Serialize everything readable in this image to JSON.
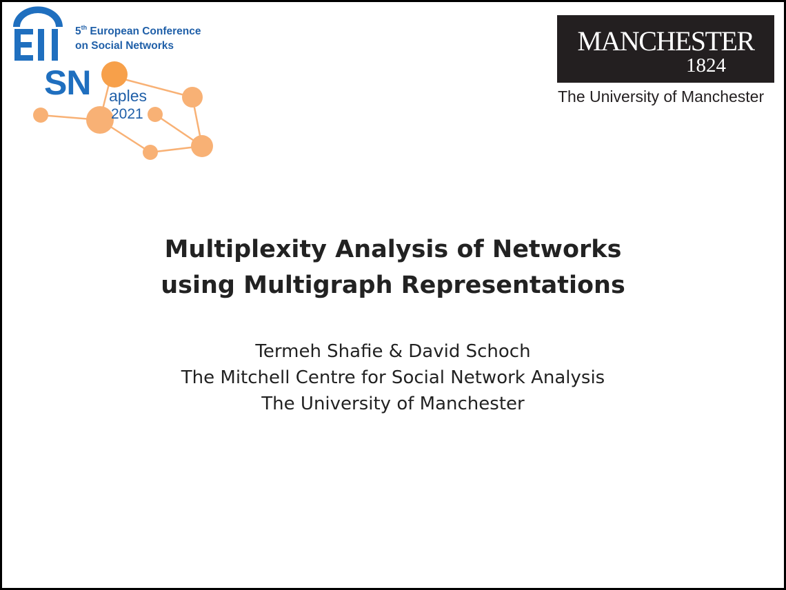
{
  "conference": {
    "ordinal_number": "5",
    "ordinal_suffix": "th",
    "line1_rest": " European Conference",
    "line2": "on Social Networks",
    "acronym": "SN",
    "city": "aples",
    "year": "2021",
    "colors": {
      "blue": "#1f6fbf",
      "orange": "#f8b175"
    }
  },
  "university": {
    "wordmark": "MANCHESTER",
    "founded": "1824",
    "caption": "The University of Manchester",
    "colors": {
      "box": "#231f20",
      "text": "#ffffff"
    }
  },
  "slide": {
    "title_lines": [
      "Multiplexity Analysis of Networks",
      "using Multigraph Representations"
    ],
    "authors": "Termeh Shafie & David Schoch",
    "affiliation_lines": [
      "The Mitchell Centre for Social Network Analysis",
      "The University of Manchester"
    ]
  }
}
